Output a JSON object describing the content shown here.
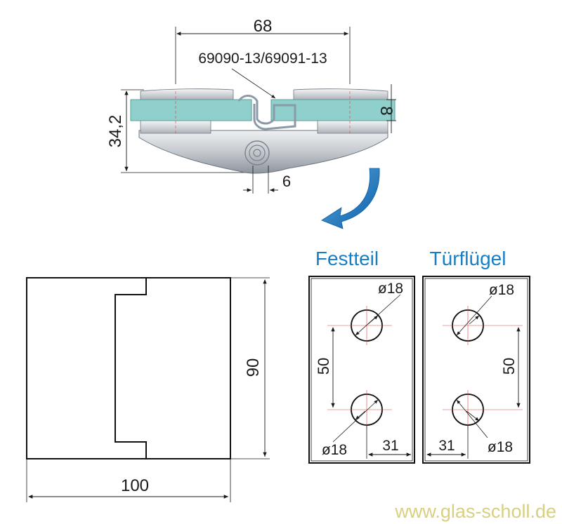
{
  "top_view": {
    "width_label": "68",
    "part_label": "69090-13/69091-13",
    "height_label": "34,2",
    "glass_label": "8",
    "gap_label": "6"
  },
  "front_view": {
    "width_label": "100",
    "height_label": "90"
  },
  "festteil": {
    "title": "Festteil",
    "hole_top_label": "ø18",
    "hole_bottom_label": "ø18",
    "spacing_label": "50",
    "edge_label": "31"
  },
  "tuerfluegel": {
    "title": "Türflügel",
    "hole_top_label": "ø18",
    "hole_bottom_label": "ø18",
    "spacing_label": "50",
    "edge_label": "31"
  },
  "watermark": "www.glas-scholl.de",
  "colors": {
    "glass": "#8fd0cc",
    "accent": "#1a7fc2",
    "metal": "#c9ced4",
    "watermark": "#d8d080",
    "center_line": "#e04040"
  }
}
